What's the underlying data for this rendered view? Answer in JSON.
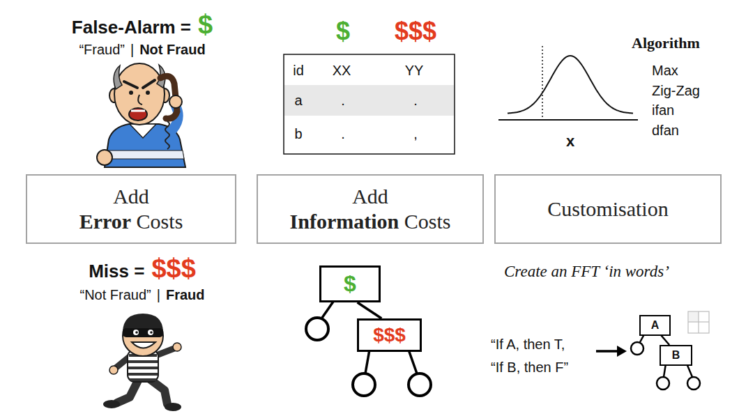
{
  "diagram": {
    "nodes": [
      {
        "text": [
          "Add Error Costs"
        ]
      },
      {
        "text": [
          "Add Information Costs"
        ]
      },
      {
        "text": [
          "Customisation"
        ]
      },
      {
        "text": [
          "$"
        ]
      },
      {
        "text": [
          "$$$"
        ]
      },
      {
        "text": [
          "A"
        ]
      },
      {
        "text": [
          "B"
        ]
      }
    ],
    "edges": [
      {
        "from": 3,
        "to": 4,
        "arrow": "none"
      },
      {
        "from": 5,
        "to": 6,
        "arrow": "none"
      }
    ],
    "labels": [
      "False-Alarm =",
      "$",
      "“Fraud”",
      "|",
      "Not Fraud",
      "$",
      "$$$",
      "id",
      "XX",
      "YY",
      "a",
      ".",
      ".",
      "b",
      ".",
      ",",
      "x",
      "Algorithm",
      "Max",
      "Zig-Zag",
      "ifan",
      "dfan",
      "Miss =",
      "$$$",
      "“Not Fraud”",
      "|",
      "Fraud",
      "Create an FFT ‘in words’",
      "“If A, then T,",
      "“If B, then F”"
    ]
  }
}
